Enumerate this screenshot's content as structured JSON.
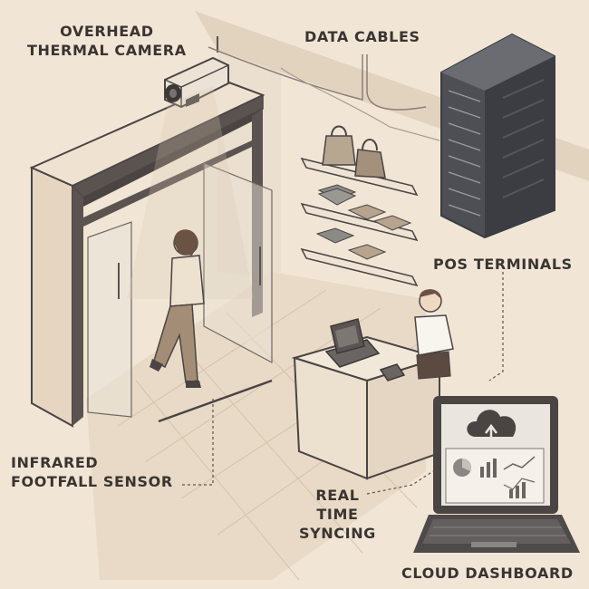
{
  "labels": {
    "thermal_camera": [
      "OVERHEAD",
      "THERMAL CAMERA"
    ],
    "data_cables": "DATA CABLES",
    "pos_terminals": "POS TERMINALS",
    "footfall_sensor": [
      "INFRARED",
      "FOOTFALL SENSOR"
    ],
    "real_time_syncing": [
      "REAL",
      "TIME",
      "SYNCING"
    ],
    "cloud_dashboard": "CLOUD DASHBOARD"
  },
  "colors": {
    "background": "#f1e6d6",
    "line": "#4a4443",
    "wall": "#e9dccb",
    "floor": "#e6d8c4",
    "server": "#4d4f55",
    "screen": "#eae6df"
  },
  "icons": {
    "camera": "thermal-camera-icon",
    "server": "server-rack-icon",
    "laptop": "laptop-icon",
    "cloud": "cloud-upload-icon",
    "bags": "handbag-icon"
  }
}
